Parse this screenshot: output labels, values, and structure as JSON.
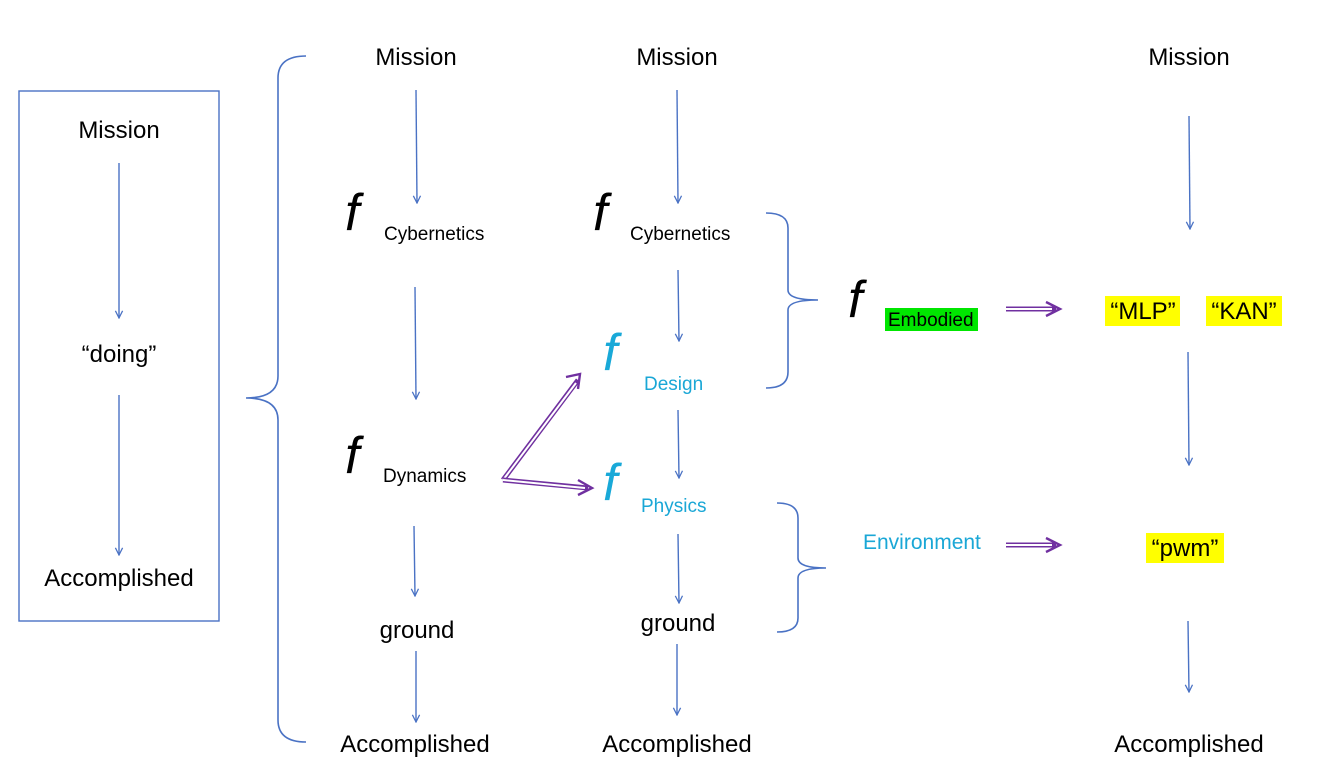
{
  "colors": {
    "connector_blue": "#4a72c4",
    "transfer_purple": "#7030a0",
    "cyan_text": "#1aa7d6",
    "embodied_highlight": "#00e600",
    "model_highlight": "#ffff00"
  },
  "column1": {
    "mission": "Mission",
    "doing": "“doing”",
    "accomplished": "Accomplished"
  },
  "column2": {
    "mission": "Mission",
    "f_symbol": "f",
    "cybernetics": "Cybernetics",
    "dynamics": "Dynamics",
    "ground": "ground",
    "accomplished": "Accomplished"
  },
  "column3": {
    "mission": "Mission",
    "f_symbol": "f",
    "cybernetics": "Cybernetics",
    "design": "Design",
    "physics": "Physics",
    "ground": "ground",
    "accomplished": "Accomplished"
  },
  "column4": {
    "f_symbol": "f",
    "embodied": "Embodied",
    "environment": "Environment"
  },
  "column5": {
    "mission": "Mission",
    "mlp": "“MLP”",
    "kan": "“KAN”",
    "pwm": "“pwm”",
    "accomplished": "Accomplished"
  }
}
